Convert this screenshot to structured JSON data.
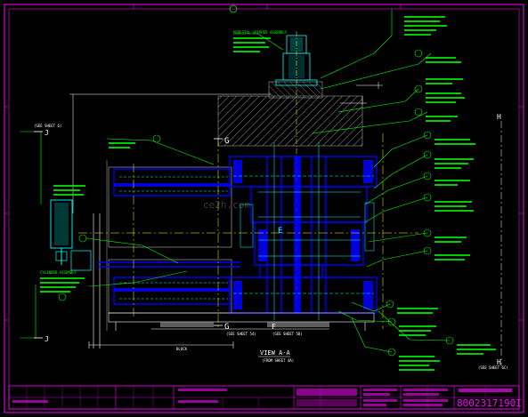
{
  "drawing": {
    "view_title": "VIEW A-A",
    "view_subtitle": "(FROM SHEET 4A)",
    "drawing_number": "8002317190I",
    "see_sheet_left": "(SEE SHEET 6)",
    "see_sheet_bottom_left": "(SEE SHEET 54)",
    "see_sheet_bottom_mid": "(SEE SHEET 5B)",
    "see_sheet_right": "(SEE SHEET 6C)",
    "section_g": "G",
    "section_j": "J",
    "section_h": "H",
    "section_e": "E",
    "section_f": "F",
    "callout_top": "PEDESTAL GRIPPER ASSEMBLY",
    "callout_left": "CYLINDER ASSEMBLY",
    "dim_label": "BLOCK",
    "watermark": "ce2h.com"
  },
  "colors": {
    "background": "#000000",
    "frame": "#ff00ff",
    "leader": "#00ff00",
    "part": "#0000ff",
    "detail": "#00ffff",
    "center": "#ffff00",
    "dim": "#ffffff",
    "hatch": "#6a6a6a"
  }
}
